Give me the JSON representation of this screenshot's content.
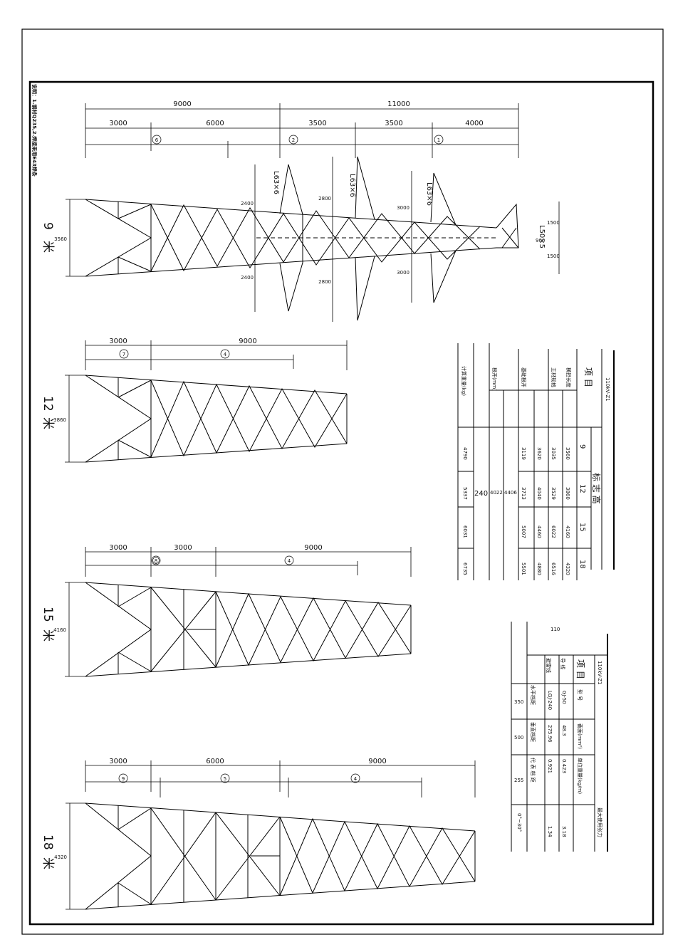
{
  "side_note": "说明：1.钢材Q235,2.焊接采用E43焊条",
  "towers": [
    {
      "height_label": "9",
      "unit": "米",
      "base_width": "3560",
      "top_dims": [
        "9000",
        "11000"
      ],
      "seg_dims": [
        "3000",
        "6000",
        "3500",
        "3500",
        "4000"
      ],
      "section_numbers": [
        "6",
        "2",
        "1"
      ],
      "arm_dims": [
        "2400",
        "2400",
        "2800",
        "2800",
        "3000",
        "3000",
        "1500",
        "1500",
        "900"
      ],
      "profiles": [
        "L63×6",
        "L63×6",
        "L63×6",
        "L50×5"
      ]
    },
    {
      "height_label": "12",
      "unit": "米",
      "base_width": "3860",
      "top_dims": [
        "3000",
        "9000"
      ],
      "section_numbers": [
        "7",
        "4"
      ]
    },
    {
      "height_label": "15",
      "unit": "米",
      "base_width": "4160",
      "top_dims": [
        "3000",
        "3000",
        "9000"
      ],
      "section_numbers": [
        "8",
        "4"
      ]
    },
    {
      "height_label": "18",
      "unit": "米",
      "base_width": "4320",
      "top_dims": [
        "3000",
        "6000",
        "9000"
      ],
      "section_numbers": [
        "9",
        "5",
        "4"
      ]
    }
  ],
  "table1": {
    "title": "项  目",
    "code": "110kV-Z1",
    "row_label": "标 志 高",
    "heights": [
      "9",
      "12",
      "15",
      "18"
    ],
    "header_cols": [
      "计算重量(kg)",
      "根开(mm)",
      "基础根开",
      "主材规格",
      "横担长度"
    ],
    "col_a": [
      "4790",
      "5337",
      "6031",
      "6735"
    ],
    "shared_a": "240",
    "shared_b": "4022",
    "shared_c": "4406",
    "col_b": [
      "3119",
      "3713",
      "5007",
      "5501"
    ],
    "col_c": [
      "3620",
      "4040",
      "4460",
      "4880"
    ],
    "col_d": [
      "3035",
      "3529",
      "6022",
      "6516"
    ],
    "col_e": [
      "3560",
      "3860",
      "4160",
      "4320"
    ]
  },
  "table2": {
    "title": "项 目",
    "code": "110kV-Z1",
    "voltage": "110",
    "rows": [
      "导 线",
      "避雷线"
    ],
    "col_labels": [
      "型 号",
      "截面(mm²)",
      "单位重量(kg/m)",
      "最大使用张力"
    ],
    "left_labels": [
      "水平档距",
      "垂直档距",
      "代 表 档 距"
    ],
    "left_values": [
      "350",
      "500",
      "255"
    ],
    "angle": "0°~30°",
    "conductor_values": [
      "LGJ-240",
      "275.96",
      "0.921",
      "1.34"
    ],
    "ground_values": [
      "GJ-50",
      "48.3",
      "0.423",
      "3.18"
    ]
  }
}
